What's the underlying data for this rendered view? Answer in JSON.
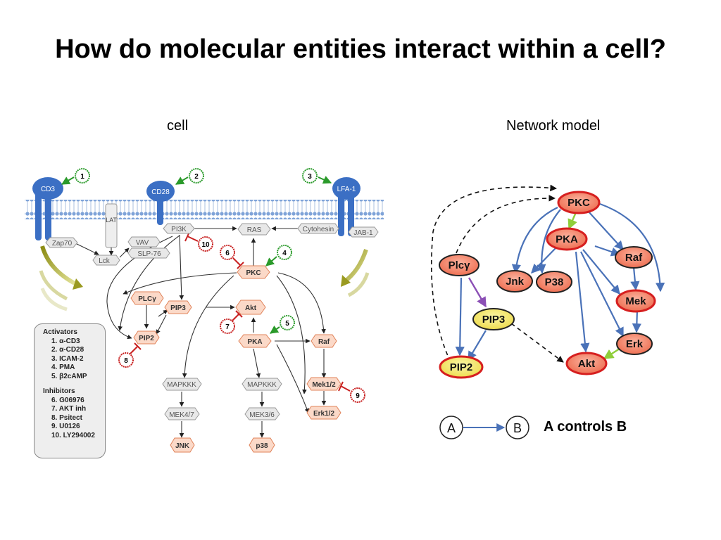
{
  "title": "How do molecular entities interact within a cell?",
  "labels": {
    "cell": "cell",
    "network": "Network model"
  },
  "cell_diagram": {
    "receptors": [
      "CD3",
      "CD28",
      "LFA-1"
    ],
    "nodes": {
      "zap70": "Zap70",
      "lat": "LAT",
      "lck": "Lck",
      "vav": "VAV",
      "slp76": "SLP-76",
      "pi3k": "PI3K",
      "ras": "RAS",
      "cytohesin": "Cytohesin",
      "jab1": "JAB-1",
      "pkc": "PKC",
      "plcg": "PLCγ",
      "pip3": "PIP3",
      "pip2": "PIP2",
      "akt": "Akt",
      "pka": "PKA",
      "raf": "Raf",
      "mapkkk1": "MAPKKK",
      "mapkkk2": "MAPKKK",
      "mek1_2": "Mek1/2",
      "mek4_7": "MEK4/7",
      "mek3_6": "MEK3/6",
      "erk1_2": "Erk1/2",
      "jnk": "JNK",
      "p38": "p38"
    },
    "stimuli_numbers": [
      "1",
      "2",
      "3",
      "4",
      "5"
    ],
    "inhibitor_numbers": [
      "6",
      "7",
      "8",
      "9",
      "10"
    ],
    "legend_box": {
      "activators_title": "Activators",
      "activators": [
        "1. α-CD3",
        "2. α-CD28",
        "3. ICAM-2",
        "4. PMA",
        "5. β2cAMP"
      ],
      "inhibitors_title": "Inhibitors",
      "inhibitors": [
        "6. G06976",
        "7. AKT inh",
        "8. Psitect",
        "9. U0126",
        "10. LY294002"
      ]
    }
  },
  "network_model": {
    "nodes": {
      "pkc": "PKC",
      "pka": "PKA",
      "plcg": "Plcγ",
      "pip3": "PIP3",
      "pip2": "PIP2",
      "jnk": "Jnk",
      "p38": "P38",
      "raf": "Raf",
      "mek": "Mek",
      "erk": "Erk",
      "akt": "Akt"
    },
    "colors": {
      "node_fill": "#f4826a",
      "node_border": "#d61f1f",
      "yellow_fill": "#f3ea6c",
      "edge_blue": "#4a72b8",
      "edge_green": "#8fce3a",
      "edge_purple": "#8b4fb5"
    }
  },
  "legend": {
    "a": "A",
    "b": "B",
    "text": "A controls B"
  }
}
